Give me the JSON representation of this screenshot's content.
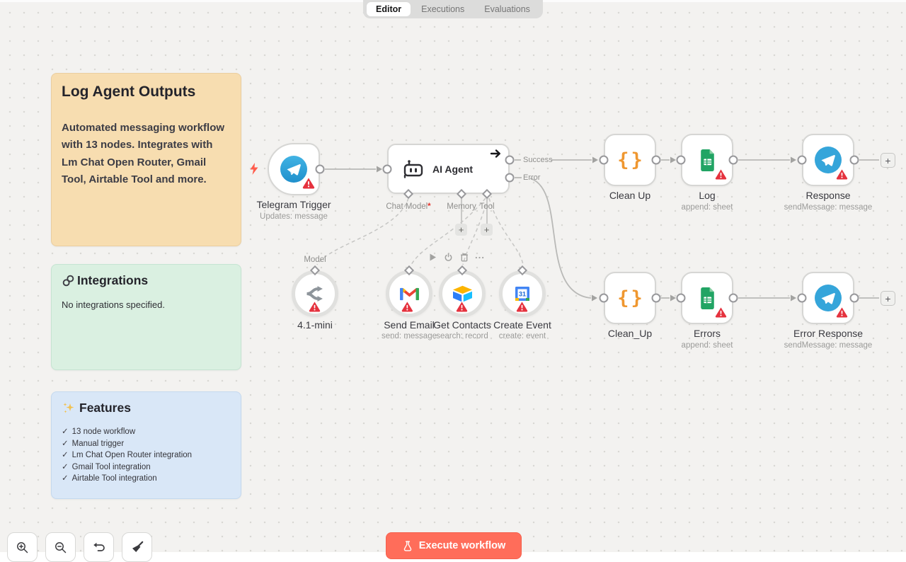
{
  "tabs": [
    {
      "label": "Editor",
      "active": true
    },
    {
      "label": "Executions",
      "active": false
    },
    {
      "label": "Evaluations",
      "active": false
    }
  ],
  "notes": {
    "overview": {
      "title": "Log Agent Outputs",
      "body": "Automated messaging workflow with 13 nodes. Integrates with Lm Chat Open Router, Gmail Tool, Airtable Tool and more."
    },
    "integrations": {
      "title": "Integrations",
      "body": "No integrations specified."
    },
    "features": {
      "title": "Features",
      "check": "✓",
      "items": [
        "13 node workflow",
        "Manual trigger",
        "Lm Chat Open Router integration",
        "Gmail Tool integration",
        "Airtable Tool integration"
      ]
    }
  },
  "canvas": {
    "plus_label": "+",
    "nodes": {
      "telegram_trigger": {
        "label": "Telegram Trigger",
        "subtitle": "Updates: message"
      },
      "ai_agent": {
        "label": "AI Agent",
        "output_success": "Success",
        "output_error": "Error",
        "port_chat_model": "Chat Model",
        "required_marker": "*",
        "port_memory": "Memory",
        "port_tool": "Tool"
      },
      "model_node": {
        "label": "4.1-mini",
        "port_label": "Model"
      },
      "send_email": {
        "label": "Send Email",
        "subtitle": "send: message"
      },
      "get_contacts": {
        "label": "Get Contacts",
        "subtitle": "search: record"
      },
      "create_event": {
        "label": "Create Event",
        "subtitle": "create: event"
      },
      "clean_up": {
        "label": "Clean Up"
      },
      "log": {
        "label": "Log",
        "subtitle": "append: sheet"
      },
      "response": {
        "label": "Response",
        "subtitle": "sendMessage: message"
      },
      "clean_up_2": {
        "label": "Clean_Up"
      },
      "errors": {
        "label": "Errors",
        "subtitle": "append: sheet"
      },
      "error_response": {
        "label": "Error Response",
        "subtitle": "sendMessage: message"
      }
    }
  },
  "controls": {
    "execute_label": "Execute workflow"
  },
  "icons": {
    "zoom_in": "magnifier-plus",
    "zoom_out": "magnifier-minus",
    "undo": "undo-arrow",
    "tidy_up": "broom",
    "execute": "flask",
    "play": "play-triangle",
    "power": "power",
    "delete": "trash",
    "more": "ellipsis",
    "link": "chain-link",
    "sparkles": "sparkles",
    "warning": "red-triangle-exclamation",
    "trigger_pin": "lightning-bolt"
  },
  "colors": {
    "accent": "#ff6d5a",
    "warning": "#e5323e",
    "note_orange": "#f7ddb0",
    "note_green": "#daf0e1",
    "note_blue": "#d9e7f7",
    "telegram_blue": "#33a6dc",
    "sheets_green": "#21a464",
    "code_orange": "#ef9730"
  }
}
